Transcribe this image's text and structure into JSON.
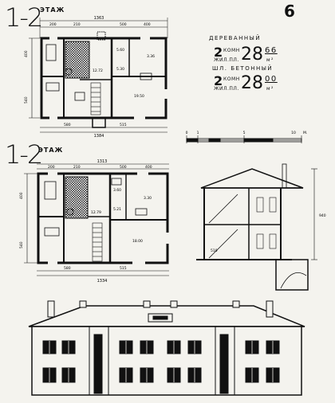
{
  "sheet": {
    "plan_top_label": "1-2",
    "plan_top_floor": "ЭТАЖ",
    "plan_bottom_label": "1-2",
    "plan_bottom_floor": "ЭТАЖ",
    "sheet_number": "6"
  },
  "legend": {
    "variant1_material": "ДЕРЕВАННЫЙ",
    "variant1_rooms": "2",
    "variant1_rooms_unit": "КОМН",
    "variant1_area_label": "ЖИЛ.ПЛ.",
    "variant1_area_int": "28",
    "variant1_area_dec": "66",
    "variant1_area_unit": "м²",
    "variant2_material": "ШЛ. БЕТОННЫЙ",
    "variant2_rooms": "2",
    "variant2_rooms_unit": "КОМН",
    "variant2_area_label": "ЖИЛ.ПЛ.",
    "variant2_area_int": "28",
    "variant2_area_dec": "00",
    "variant2_area_unit": "м²"
  },
  "scale": {
    "ticks": [
      "0",
      "1",
      "5",
      "10"
    ],
    "unit": "М."
  },
  "plan_top": {
    "width_total": "1363",
    "bottom_total": "1384",
    "room_areas": [
      "5.60",
      "3.36",
      "12.72",
      "5.30",
      "19.50"
    ],
    "dims": [
      "200",
      "210",
      "500",
      "400",
      "580",
      "515",
      "400",
      "540"
    ]
  },
  "plan_bottom": {
    "width_total": "1313",
    "bottom_total": "1334",
    "room_areas": [
      "3.60",
      "3.30",
      "12.79",
      "5.21",
      "18.00"
    ],
    "dims": [
      "200",
      "210",
      "500",
      "400",
      "580",
      "515",
      "400",
      "540"
    ]
  },
  "section": {
    "height_label": "940",
    "level_label": "510"
  }
}
